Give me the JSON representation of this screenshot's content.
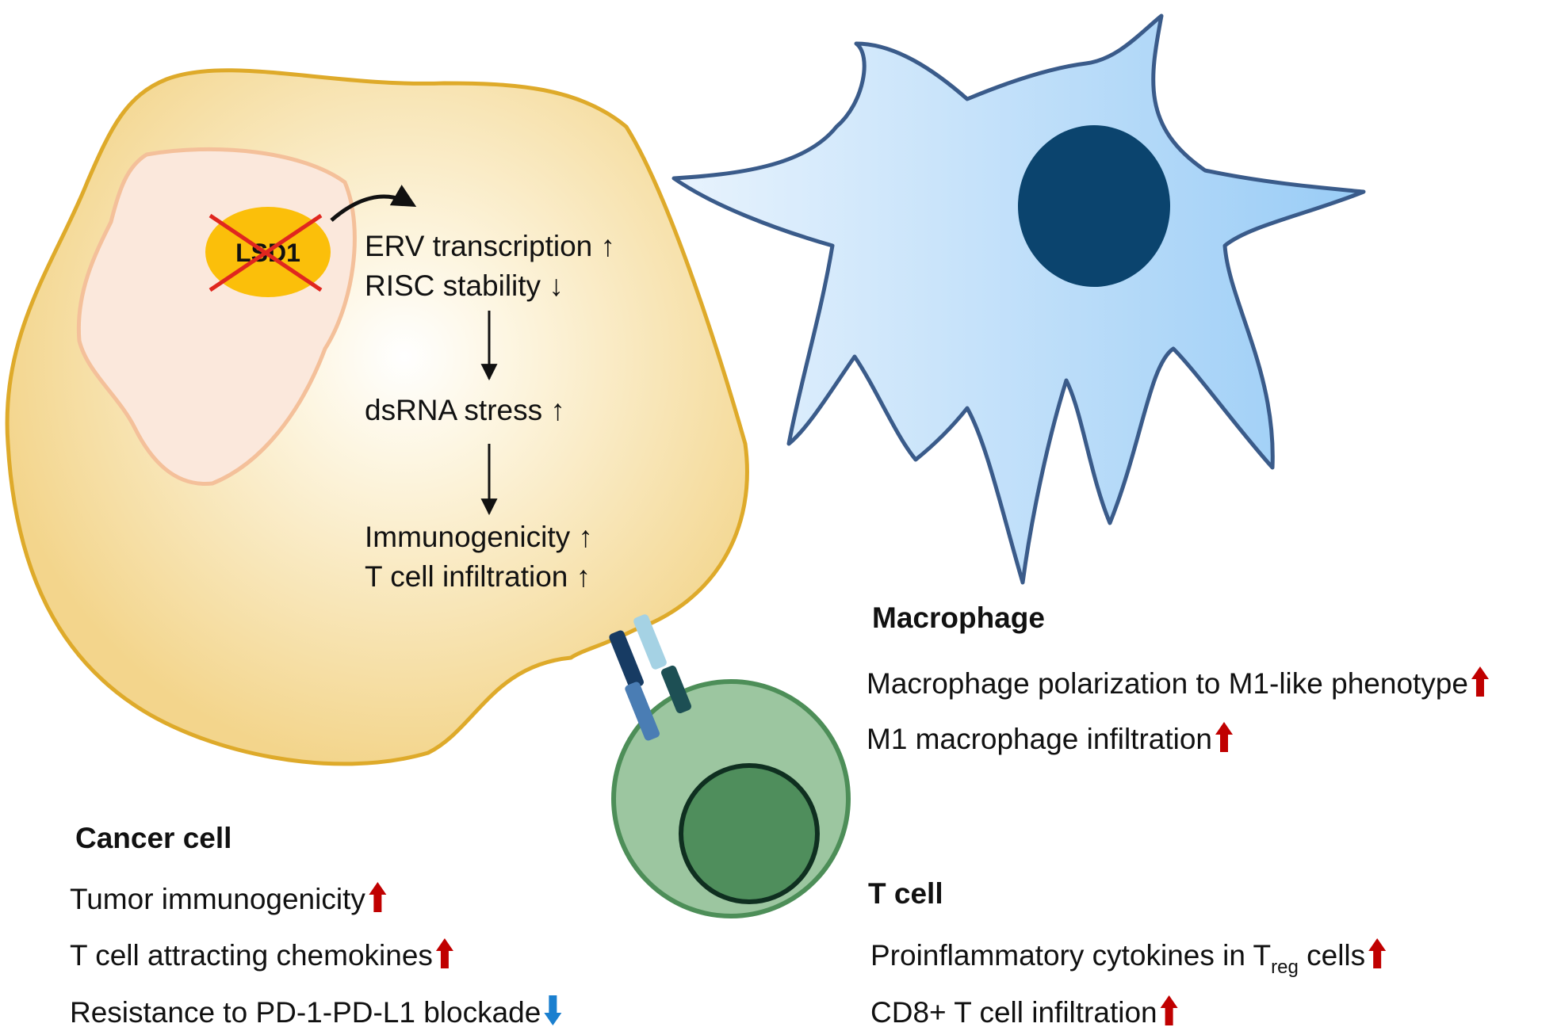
{
  "enzyme": {
    "label": "LSD1",
    "state": "inhibited"
  },
  "flow": {
    "step1": [
      "ERV transcription ↑",
      "RISC stability ↓"
    ],
    "step2": [
      "dsRNA stress ↑"
    ],
    "step3": [
      "Immunogenicity ↑",
      "T cell infiltration ↑"
    ]
  },
  "macrophage": {
    "title": "Macrophage",
    "effects": [
      {
        "text": "Macrophage polarization to M1-like phenotype",
        "direction": "up"
      },
      {
        "text": "M1 macrophage infiltration",
        "direction": "up"
      }
    ]
  },
  "cancer_cell": {
    "title": "Cancer cell",
    "effects": [
      {
        "text": "Tumor immunogenicity",
        "direction": "up"
      },
      {
        "text": "T cell attracting chemokines",
        "direction": "up"
      },
      {
        "text": "Resistance to PD-1-PD-L1 blockade",
        "direction": "down"
      }
    ]
  },
  "t_cell": {
    "title": "T cell",
    "effects": [
      {
        "text_pre": "Proinflammatory cytokines in T",
        "text_sub": "reg",
        "text_post": " cells",
        "direction": "up"
      },
      {
        "text": "CD8+ T cell infiltration",
        "direction": "up"
      }
    ]
  },
  "colors": {
    "cancer_cell_fill": "#f5dc9c",
    "cancer_cell_stroke": "#deaa2a",
    "nucleus_fill": "#fbe8dc",
    "nucleus_stroke": "#f4c09a",
    "lsd1_fill": "#fbbf0a",
    "cross": "#e0261f",
    "macrophage_fill": "#a8d3f7",
    "macrophage_stroke": "#3a5b8a",
    "macrophage_nucleus": "#0b446e",
    "tcell_fill": "#9cc6a0",
    "tcell_stroke": "#4d8e58",
    "tcell_nucleus": "#4f8e5c",
    "up_arrow": "#c00000",
    "down_arrow": "#1a7fcf"
  }
}
